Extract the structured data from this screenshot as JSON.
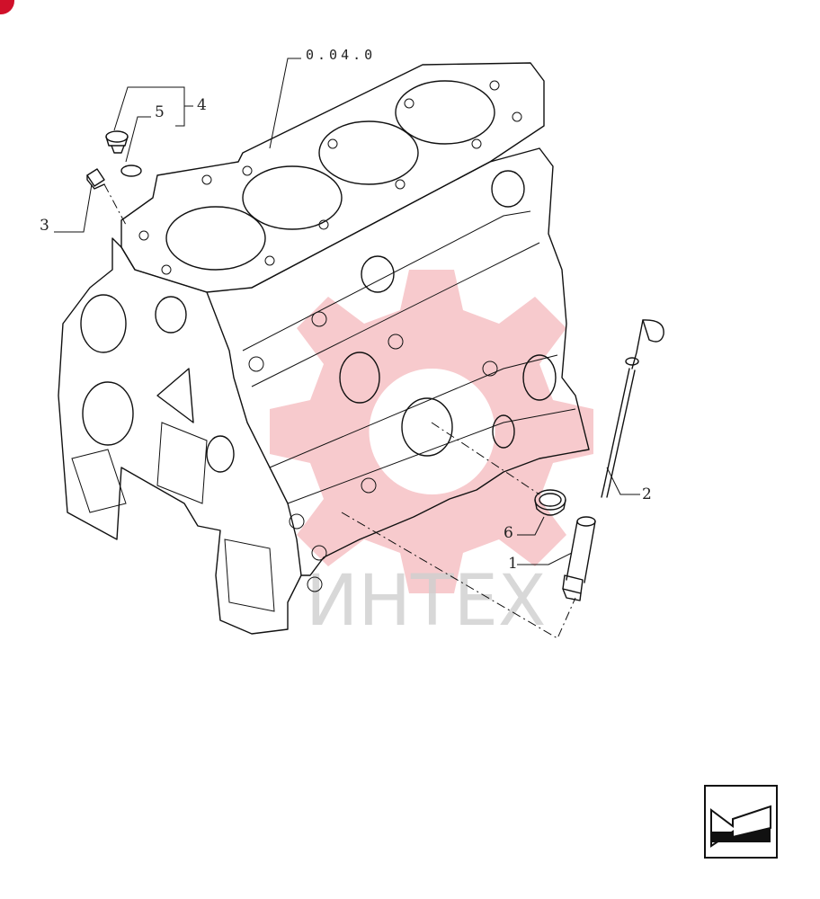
{
  "diagram": {
    "reference": "0.04.0",
    "callouts": [
      {
        "id": "callout-1",
        "label": "1"
      },
      {
        "id": "callout-2",
        "label": "2"
      },
      {
        "id": "callout-3",
        "label": "3"
      },
      {
        "id": "callout-4",
        "label": "4"
      },
      {
        "id": "callout-5",
        "label": "5"
      },
      {
        "id": "callout-6",
        "label": "6"
      }
    ],
    "watermark": "ИНТЕХ"
  },
  "nav": {
    "icon": "next-page-arrow-icon"
  },
  "colors": {
    "line": "#111111",
    "watermark_gear": "#f4b8bc",
    "watermark_text": "#cfcfcf",
    "badge": "#d0102a"
  }
}
